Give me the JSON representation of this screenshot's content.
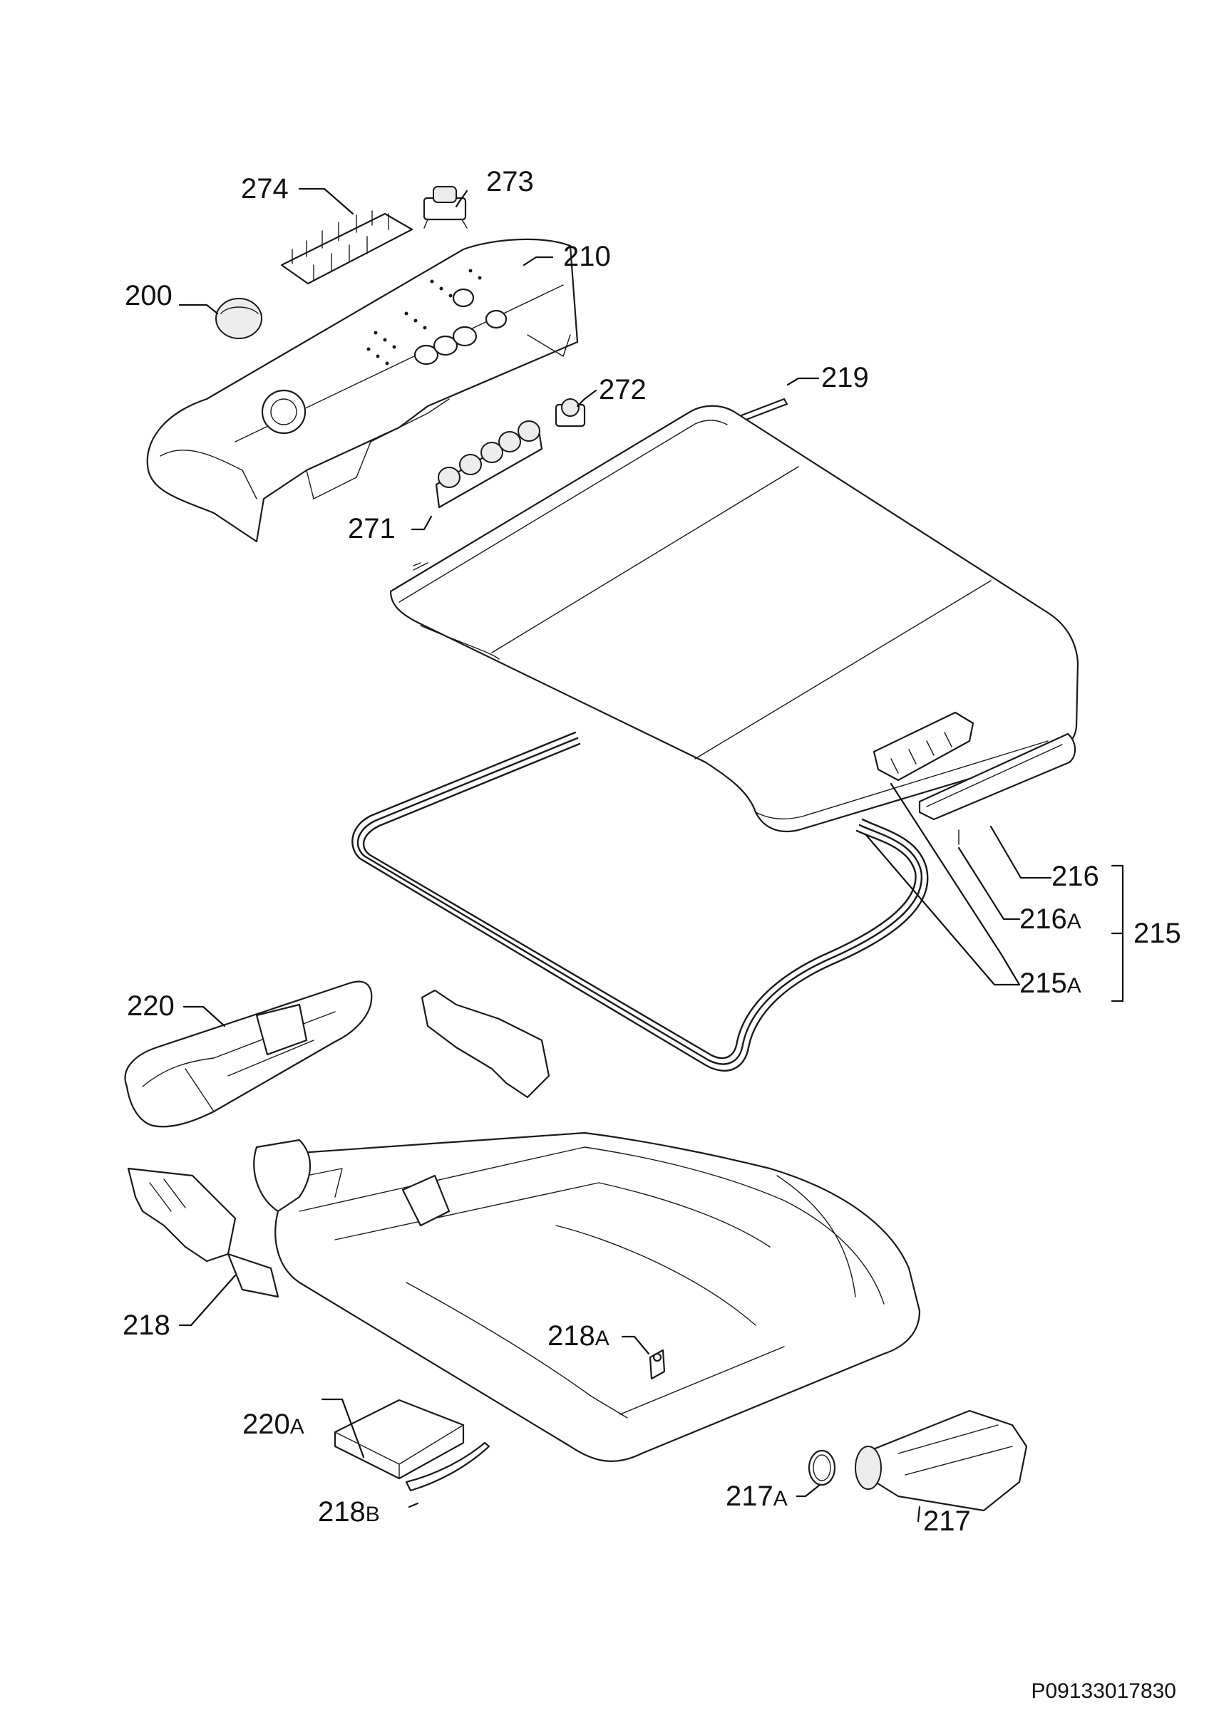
{
  "document": {
    "code": "P09133017830"
  },
  "callouts": [
    {
      "id": "200",
      "text": "200"
    },
    {
      "id": "210",
      "text": "210"
    },
    {
      "id": "215",
      "text": "215"
    },
    {
      "id": "215A",
      "main": "215",
      "suffix": "A"
    },
    {
      "id": "216",
      "text": "216"
    },
    {
      "id": "216A",
      "main": "216",
      "suffix": "A"
    },
    {
      "id": "217",
      "text": "217"
    },
    {
      "id": "217A",
      "main": "217",
      "suffix": "A"
    },
    {
      "id": "218",
      "text": "218"
    },
    {
      "id": "218A",
      "main": "218",
      "suffix": "A"
    },
    {
      "id": "218B",
      "main": "218",
      "suffix": "B"
    },
    {
      "id": "219",
      "text": "219"
    },
    {
      "id": "220",
      "text": "220"
    },
    {
      "id": "220A",
      "main": "220",
      "suffix": "A"
    },
    {
      "id": "271",
      "text": "271"
    },
    {
      "id": "272",
      "text": "272"
    },
    {
      "id": "273",
      "text": "273"
    },
    {
      "id": "274",
      "text": "274"
    }
  ]
}
